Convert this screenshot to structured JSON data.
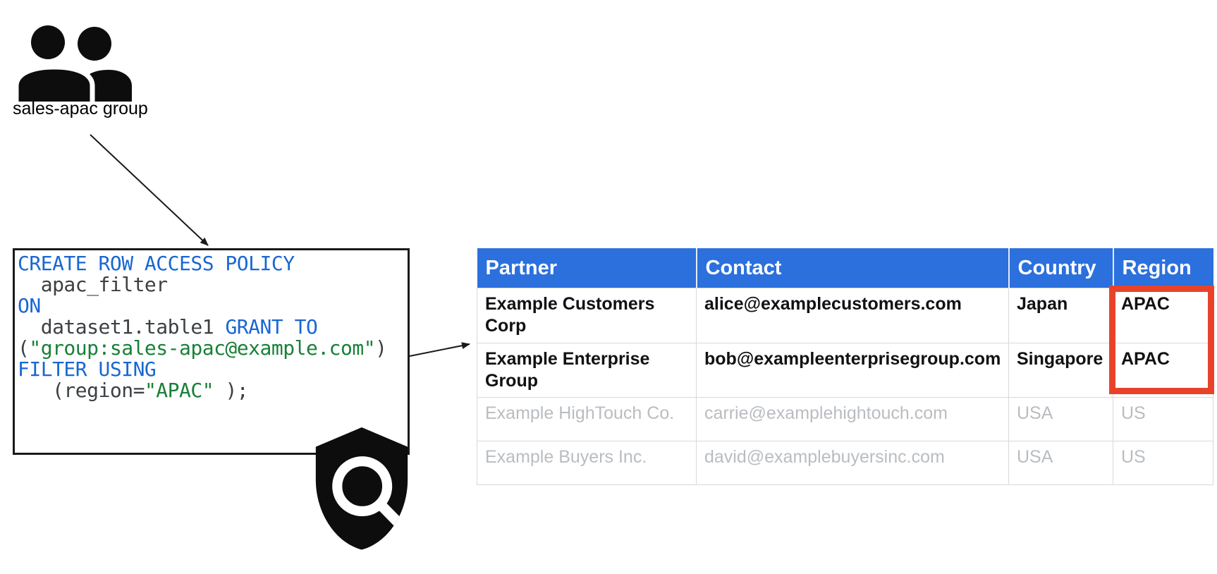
{
  "colors": {
    "keyword_blue": "#1967d2",
    "string_green": "#188038",
    "code_plain": "#3c4043",
    "header_blue": "#2b70dd",
    "highlight_red": "#e8432a",
    "filtered_text": "#b9bdc1",
    "grid_line": "#d9d9d9",
    "table_text": "#111111",
    "border_black": "#1a1a1a",
    "icon_black": "#0d0d0d"
  },
  "group": {
    "label": "sales-apac group",
    "icon": "people-group-icon"
  },
  "policy_code": {
    "lines": [
      {
        "tokens": [
          {
            "type": "keyword",
            "text": "CREATE ROW ACCESS POLICY"
          }
        ]
      },
      {
        "tokens": [
          {
            "type": "plain",
            "text": "  apac_filter"
          }
        ]
      },
      {
        "tokens": [
          {
            "type": "keyword",
            "text": "ON"
          }
        ]
      },
      {
        "tokens": [
          {
            "type": "plain",
            "text": "  dataset1.table1 "
          },
          {
            "type": "keyword",
            "text": "GRANT TO"
          }
        ]
      },
      {
        "tokens": [
          {
            "type": "plain",
            "text": "("
          },
          {
            "type": "string",
            "text": "\"group:sales-apac@example.com\""
          },
          {
            "type": "plain",
            "text": ")"
          }
        ]
      },
      {
        "tokens": [
          {
            "type": "keyword",
            "text": "FILTER USING"
          }
        ]
      },
      {
        "tokens": [
          {
            "type": "plain",
            "text": "   (region="
          },
          {
            "type": "string",
            "text": "\"APAC\""
          },
          {
            "type": "plain",
            "text": " );"
          }
        ]
      }
    ],
    "icon": "shield-search-icon"
  },
  "table": {
    "headers": [
      "Partner",
      "Contact",
      "Country",
      "Region"
    ],
    "rows": [
      {
        "cells": [
          "Example Customers Corp",
          "alice@examplecustomers.com",
          "Japan",
          "APAC"
        ],
        "filtered": false
      },
      {
        "cells": [
          "Example Enterprise Group",
          "bob@exampleenterprisegroup.com",
          "Singapore",
          "APAC"
        ],
        "filtered": false
      },
      {
        "cells": [
          "Example HighTouch Co.",
          "carrie@examplehightouch.com",
          "USA",
          "US"
        ],
        "filtered": true
      },
      {
        "cells": [
          "Example Buyers Inc.",
          "david@examplebuyersinc.com",
          "USA",
          "US"
        ],
        "filtered": true
      }
    ]
  }
}
